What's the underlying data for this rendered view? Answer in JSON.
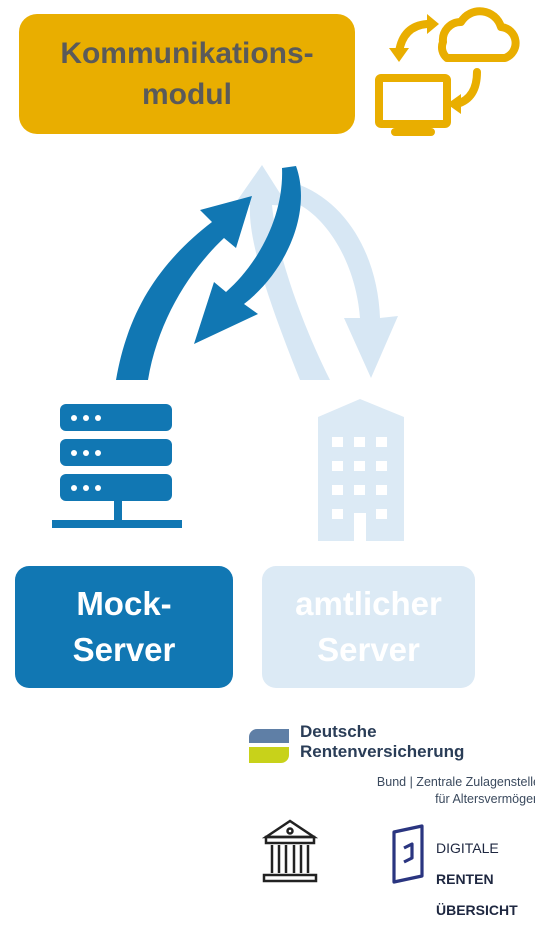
{
  "kommunikationsmodul": {
    "label": "Kommunikations-\nmodul"
  },
  "mock_server": {
    "label": "Mock-\nServer"
  },
  "amtlicher_server": {
    "label": "amtlicher\nServer"
  },
  "drv_logo": {
    "name": "Deutsche\nRentenversicherung",
    "subline": "Bund  |  Zentrale Zulagenstelle\nfür Altersvermögen"
  },
  "rentenuebersicht_logo": {
    "line1": "DIGITALE",
    "line2": "RENTEN",
    "line3": "ÜBERSICHT"
  },
  "colors": {
    "accent_gold": "#e9ae00",
    "mock_blue": "#1177b3",
    "official_light_blue": "#dceaf5",
    "text_grey": "#5a5a5a"
  }
}
